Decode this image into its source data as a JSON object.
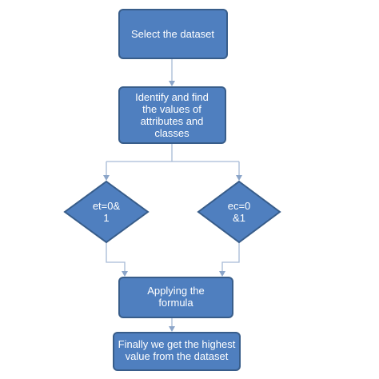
{
  "nodes": {
    "select_dataset": {
      "lines": [
        "Select the dataset"
      ]
    },
    "identify_values": {
      "lines": [
        "Identify and find",
        "the values of",
        "attributes and",
        "classes"
      ]
    },
    "decision_et": {
      "lines": [
        "et=0&",
        "1"
      ]
    },
    "decision_ec": {
      "lines": [
        "ec=0",
        "&1"
      ]
    },
    "apply_formula": {
      "lines": [
        "Applying the",
        "formula"
      ]
    },
    "final_result": {
      "lines": [
        "Finally we get the highest",
        "value from the dataset"
      ]
    }
  },
  "colors": {
    "shape_fill": "#4f7fbf",
    "shape_border": "#385d8a",
    "connector": "#a6bad6",
    "text": "#ffffff"
  }
}
